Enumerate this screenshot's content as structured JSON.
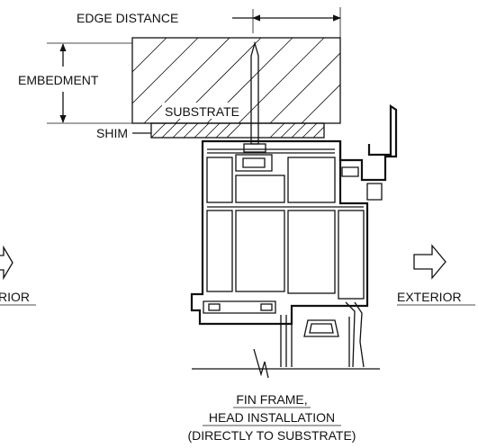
{
  "diagram": {
    "labels": {
      "edge_distance": "EDGE DISTANCE",
      "embedment": "EMBEDMENT",
      "substrate": "SUBSTRATE",
      "shim": "SHIM",
      "interior": "RIOR",
      "exterior": "EXTERIOR"
    },
    "caption": {
      "line1": "FIN FRAME,",
      "line2": "HEAD INSTALLATION",
      "line3": "(DIRECTLY TO SUBSTRATE)"
    }
  }
}
